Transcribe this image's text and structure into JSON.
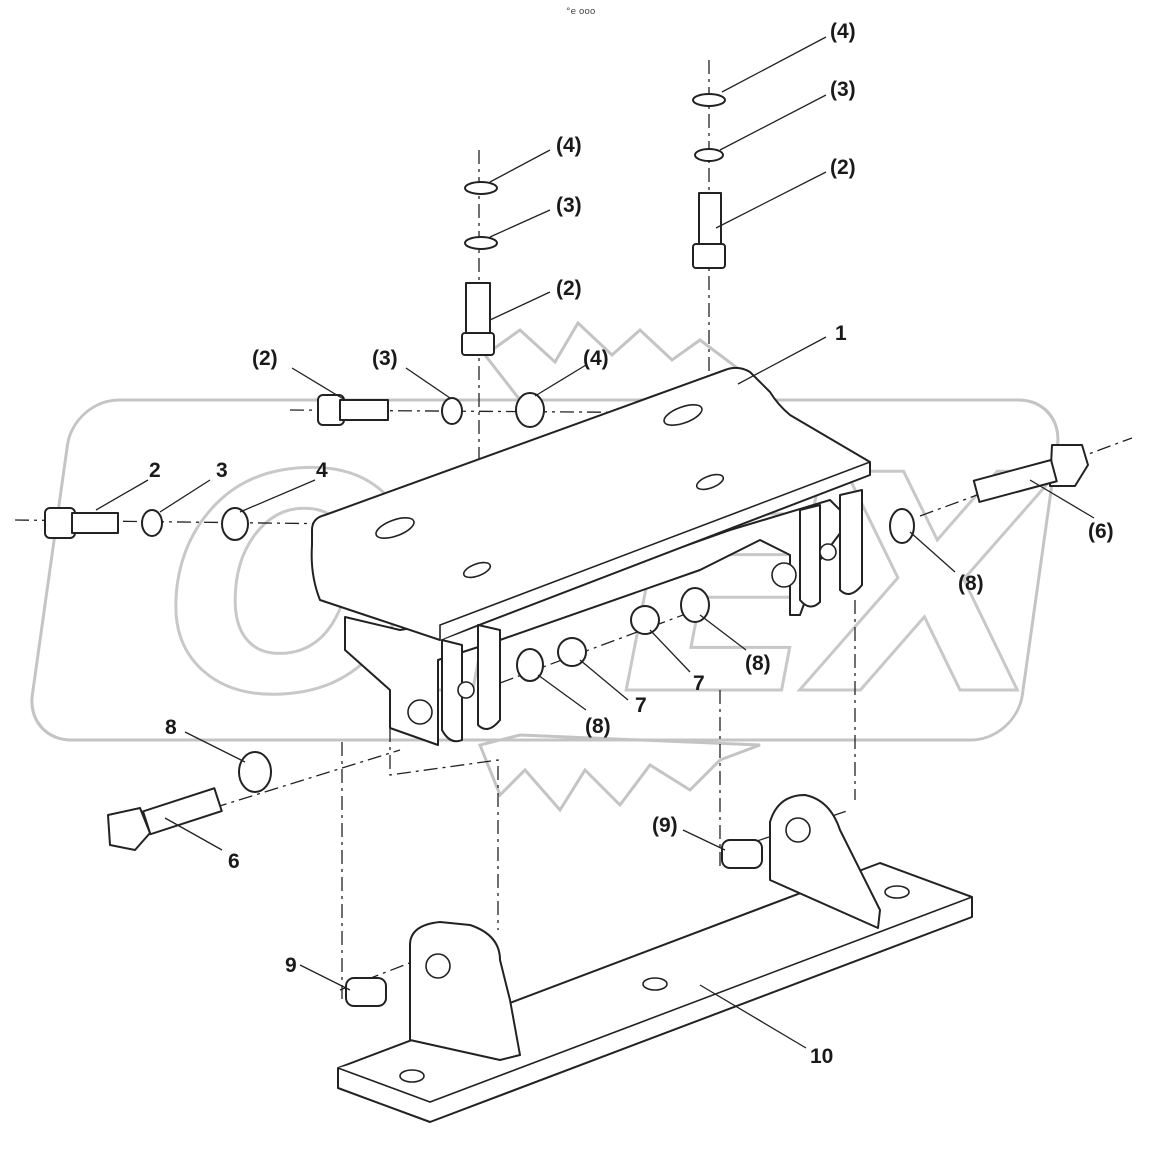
{
  "watermark": {
    "text": "OPEX"
  },
  "header_text": "°e ooo",
  "callouts": [
    {
      "id": "c1",
      "text": "(4)"
    },
    {
      "id": "c2",
      "text": "(3)"
    },
    {
      "id": "c3",
      "text": "(2)"
    },
    {
      "id": "c4",
      "text": "(4)"
    },
    {
      "id": "c5",
      "text": "(3)"
    },
    {
      "id": "c6",
      "text": "(2)"
    },
    {
      "id": "c7",
      "text": "1"
    },
    {
      "id": "c8",
      "text": "(2)"
    },
    {
      "id": "c9",
      "text": "(3)"
    },
    {
      "id": "c10",
      "text": "(4)"
    },
    {
      "id": "c11",
      "text": "2"
    },
    {
      "id": "c12",
      "text": "3"
    },
    {
      "id": "c13",
      "text": "4"
    },
    {
      "id": "c14",
      "text": "(6)"
    },
    {
      "id": "c15",
      "text": "(8)"
    },
    {
      "id": "c16",
      "text": "7"
    },
    {
      "id": "c17",
      "text": "(8)"
    },
    {
      "id": "c18",
      "text": "7"
    },
    {
      "id": "c19",
      "text": "(8)"
    },
    {
      "id": "c20",
      "text": "8"
    },
    {
      "id": "c21",
      "text": "6"
    },
    {
      "id": "c22",
      "text": "(9)"
    },
    {
      "id": "c23",
      "text": "9"
    },
    {
      "id": "c24",
      "text": "10"
    }
  ]
}
